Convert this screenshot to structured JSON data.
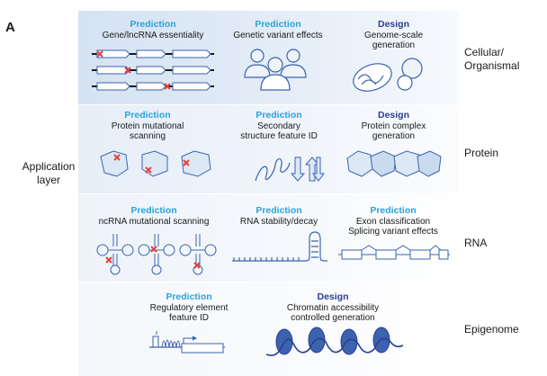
{
  "panel_label": "A",
  "application_layer": [
    "Application",
    "layer"
  ],
  "rows": {
    "cellular": {
      "label": [
        "Cellular/",
        "Organismal"
      ],
      "cells": [
        {
          "tag": "Prediction",
          "desc": [
            "Gene/lncRNA essentiality"
          ]
        },
        {
          "tag": "Prediction",
          "desc": [
            "Genetic variant effects"
          ]
        },
        {
          "tag": "Design",
          "desc": [
            "Genome-scale",
            "generation"
          ]
        }
      ]
    },
    "protein": {
      "label": [
        "Protein"
      ],
      "cells": [
        {
          "tag": "Prediction",
          "desc": [
            "Protein mutational",
            "scanning"
          ]
        },
        {
          "tag": "Prediction",
          "desc": [
            "Secondary",
            "structure feature ID"
          ]
        },
        {
          "tag": "Design",
          "desc": [
            "Protein complex",
            "generation"
          ]
        }
      ]
    },
    "rna": {
      "label": [
        "RNA"
      ],
      "cells": [
        {
          "tag": "Prediction",
          "desc": [
            "ncRNA mutational scanning"
          ]
        },
        {
          "tag": "Prediction",
          "desc": [
            "RNA stability/decay"
          ]
        },
        {
          "tag": "Prediction",
          "desc": [
            "Exon classification",
            "Splicing variant effects"
          ]
        }
      ]
    },
    "epigenome": {
      "label": [
        "Epigenome"
      ],
      "cells": [
        {
          "tag": "Prediction",
          "desc": [
            "Regulatory element",
            "feature ID"
          ]
        },
        {
          "tag": "Design",
          "desc": [
            "Chromatin accessibility",
            "controlled generation"
          ]
        }
      ]
    }
  },
  "colors": {
    "prediction": "#2aa3dc",
    "design": "#2a3f93",
    "mutation": "#e8403a",
    "icon_outline": "#3b63b0"
  }
}
